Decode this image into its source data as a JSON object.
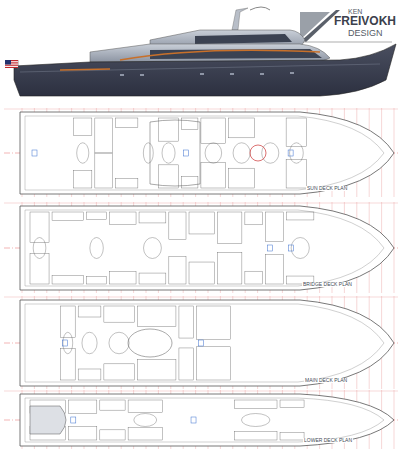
{
  "diagram": {
    "labels": [
      "KEN",
      "FREIVOKH",
      "DESIGN",
      "SUN DECK PLAN",
      "BRIDGE DECK PLAN",
      "MAIN DECK PLAN",
      "LOWER DECK PLAN"
    ]
  }
}
